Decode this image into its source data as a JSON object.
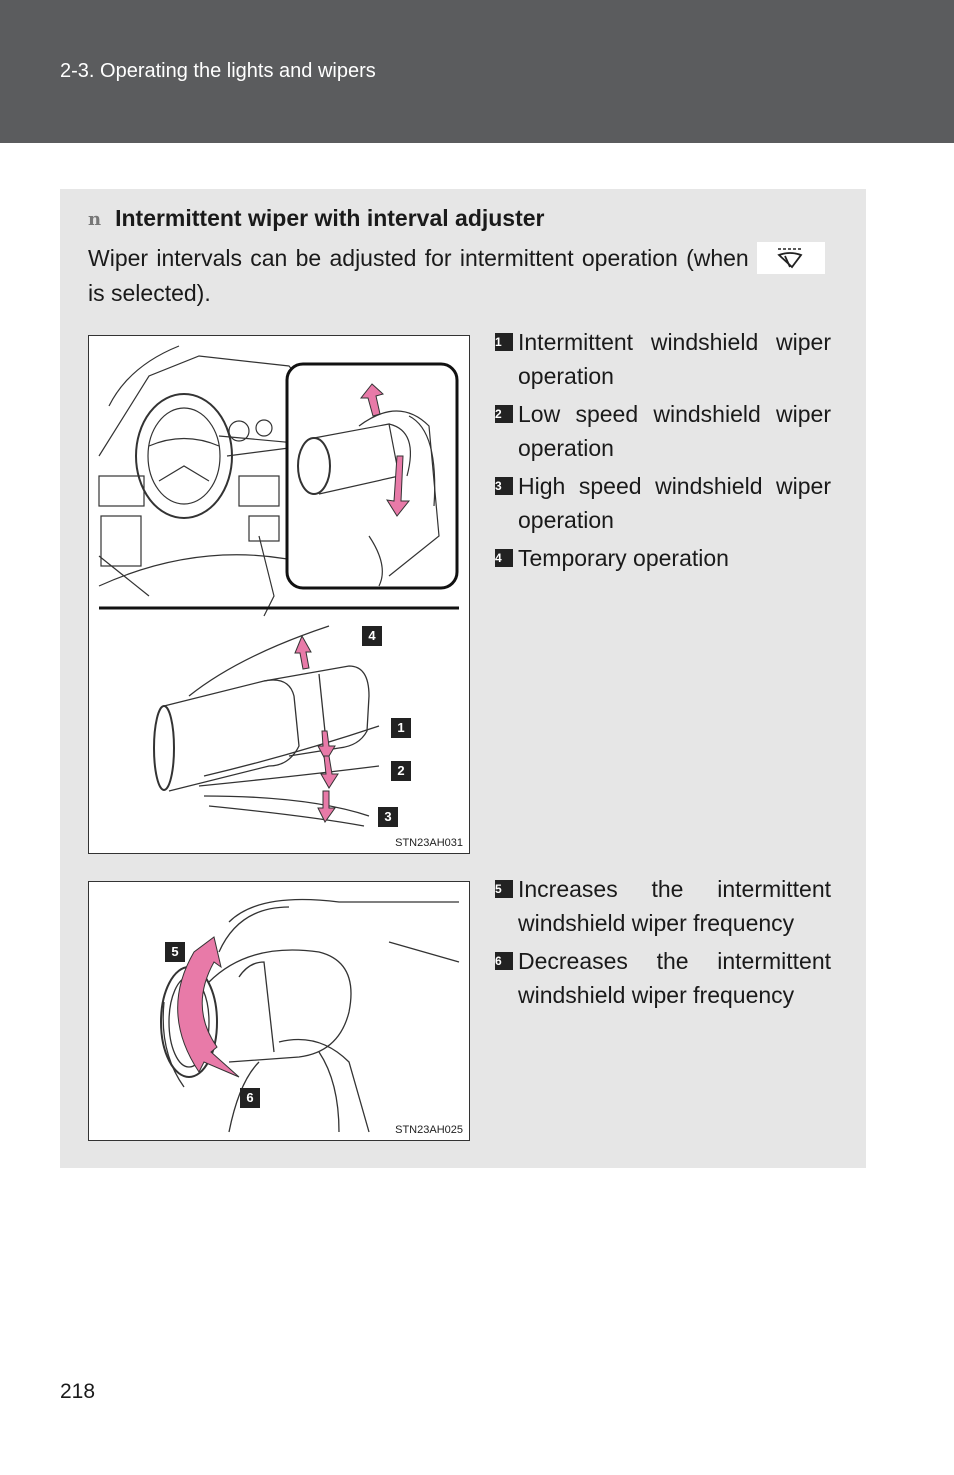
{
  "header": {
    "title": "2-3. Operating the lights and wipers"
  },
  "section": {
    "bullet": "n",
    "heading": "Intermittent wiper with interval adjuster",
    "intro_before": "Wiper intervals can be adjusted for intermittent operation (when",
    "intro_icon": "intermittent-wiper-icon",
    "intro_after": "is selected)."
  },
  "figure1": {
    "code": "STN23AH031",
    "callouts": [
      "4",
      "1",
      "2",
      "3"
    ]
  },
  "legend1": [
    {
      "num": "1",
      "text": "Intermittent windshield wiper operation"
    },
    {
      "num": "2",
      "text": "Low speed windshield wiper operation"
    },
    {
      "num": "3",
      "text": "High speed windshield wiper operation"
    },
    {
      "num": "4",
      "text": "Temporary operation"
    }
  ],
  "figure2": {
    "code": "STN23AH025",
    "callouts": [
      "5",
      "6"
    ]
  },
  "legend2": [
    {
      "num": "5",
      "text": "Increases the intermittent windshield wiper frequency"
    },
    {
      "num": "6",
      "text": "Decreases the intermittent windshield wiper frequency"
    }
  ],
  "colors": {
    "header_bg": "#5b5c5e",
    "panel_bg": "#e6e6e6",
    "arrow_pink": "#e87aa8"
  },
  "page_number": "218"
}
